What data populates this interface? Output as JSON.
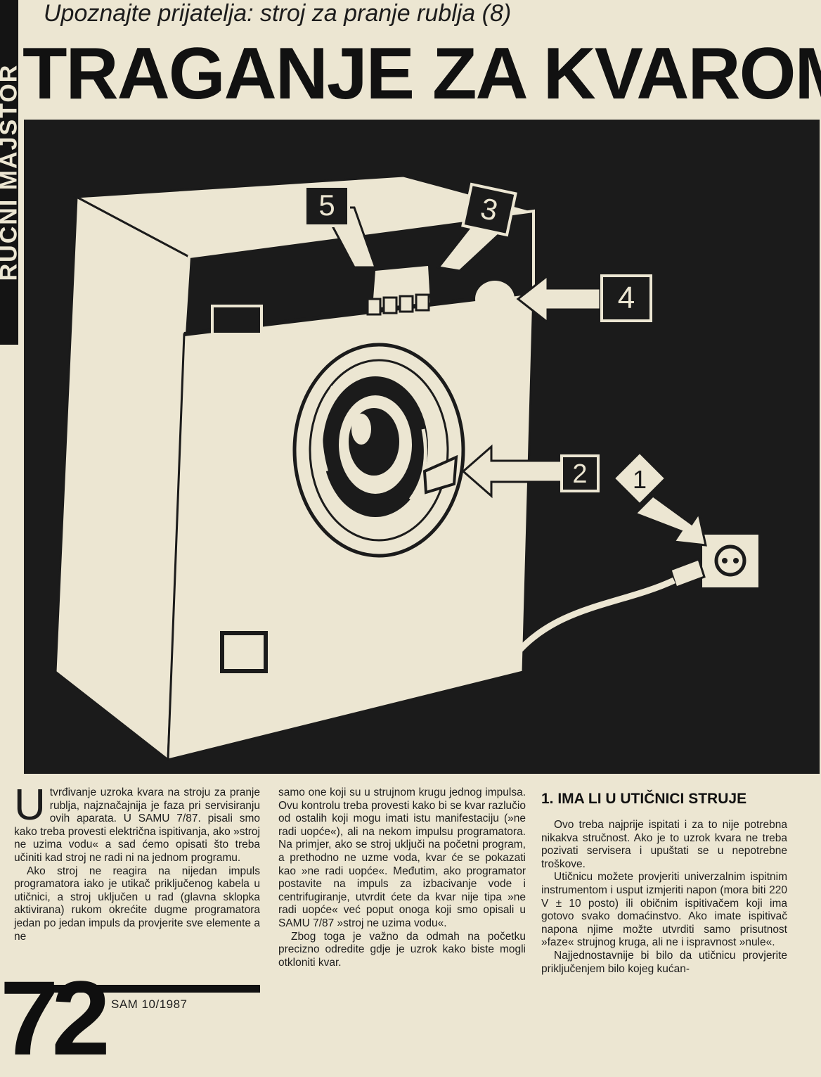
{
  "side_tab": "RUČNI MAJSTOR",
  "kicker": "Upoznajte prijatelja: stroj za pranje rublja (8)",
  "headline": "TRAGANJE ZA KVAROM",
  "figure": {
    "callouts": [
      "5",
      "3",
      "4",
      "2",
      "1"
    ],
    "bg": "#1b1b1b",
    "fg": "#ece6d2"
  },
  "col1": {
    "dropcap": "U",
    "p1": "tvrđivanje uzroka kvara na stroju za pranje rublja, najznačajnija je faza pri servisiranju ovih aparata. U SAMU 7/87. pisali smo kako treba provesti električna ispitivanja, ako »stroj ne uzima vodu« a sad ćemo opisati što treba učiniti kad stroj ne radi ni na jednom programu.",
    "p2": "Ako stroj ne reagira na nijedan impuls programatora iako je utikač priključenog kabela u utičnici, a stroj uključen u rad (glavna sklopka aktivirana) rukom okrećite dugme programatora jedan po jedan impuls da provjerite sve elemente a ne"
  },
  "col2": {
    "p1": "samo one koji su u strujnom krugu jednog impulsa. Ovu kontrolu treba provesti kako bi se kvar razlučio od ostalih koji mogu imati istu manifestaciju (»ne radi uopće«), ali na nekom impulsu programatora. Na primjer, ako se stroj uključi na početni program, a prethodno ne uzme voda, kvar će se pokazati kao »ne radi uopće«. Međutim, ako programator postavite na impuls za izbacivanje vode i centrifugiranje, utvrdit ćete da kvar nije tipa »ne radi uopće« već poput onoga koji smo opisali u SAMU 7/87 »stroj ne uzima vodu«.",
    "p2": "Zbog toga je važno da odmah na početku precizno odredite gdje je uzrok kako biste mogli otkloniti kvar."
  },
  "col3": {
    "heading": "1. IMA LI U UTIČNICI STRUJE",
    "p1": "Ovo treba najprije ispitati i za to nije potrebna nikakva stručnost. Ako je to uzrok kvara ne treba pozivati servisera i upuštati se u nepotrebne troškove.",
    "p2": "Utičnicu možete provjeriti univerzalnim ispitnim instrumentom i usput izmjeriti napon (mora biti 220 V ± 10 posto) ili običnim ispitivačem koji ima gotovo svako domaćinstvo. Ako imate ispitivač napona njime možte utvrditi samo prisutnost »faze« strujnog kruga, ali ne i ispravnost »nule«.",
    "p3": "Najjednostavnije bi bilo da utičnicu provjerite priključenjem bilo kojeg kućan-"
  },
  "footer": "SAM 10/1987",
  "page_number": "72"
}
